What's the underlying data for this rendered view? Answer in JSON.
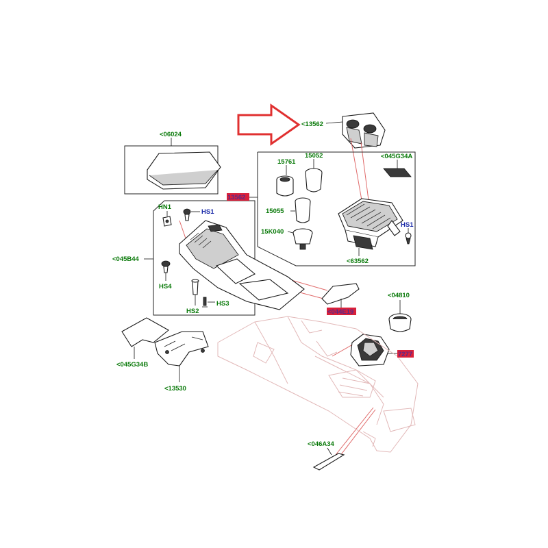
{
  "colors": {
    "label_green": "#0a7a0a",
    "label_blue": "#1a2aa8",
    "highlight_red": "#d9203a",
    "arrow_red": "#e03030",
    "guide_red": "#e06a6a"
  },
  "parts": {
    "p13562_top": "<13562",
    "p06024": "<06024",
    "p15761": "15761",
    "p15052": "15052",
    "p045G34A": "<045G34A",
    "p13562_mid": "13562",
    "p15055": "15055",
    "p15K040": "15K040",
    "pHS1_right": "HS1",
    "p63562": "<63562",
    "pHN1": "HN1",
    "pHS1_left": "HS1",
    "p045B44": "<045B44",
    "pHS4": "HS4",
    "pHS2": "HS2",
    "pHS3": "HS3",
    "p044E19": "<044E19",
    "p04810": "<04810",
    "p7277": "7277",
    "p045G34B": "<045G34B",
    "p13530": "<13530",
    "p046A34": "<046A34"
  }
}
